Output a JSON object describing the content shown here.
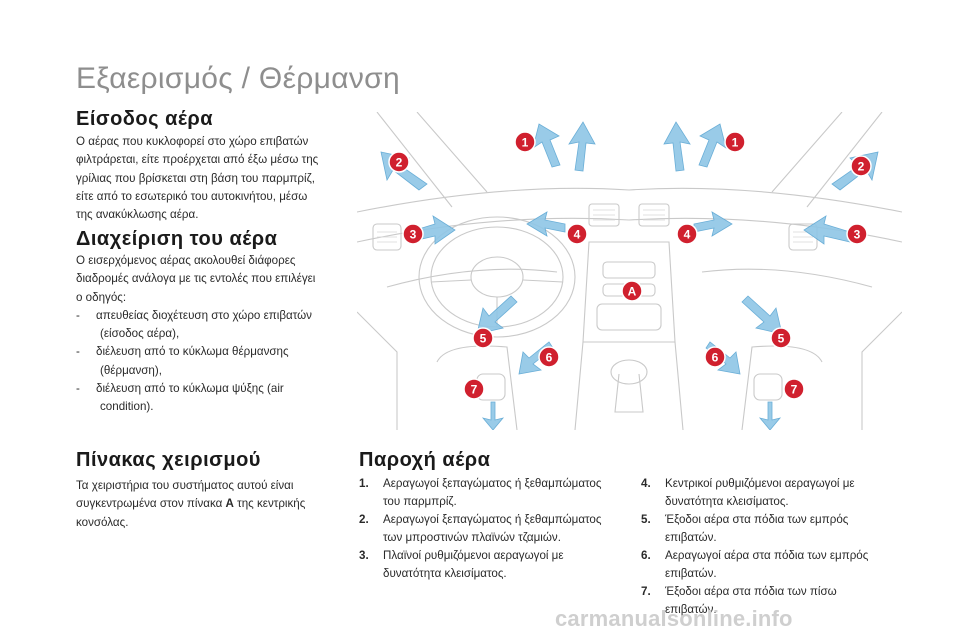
{
  "page": {
    "title": "Εξαερισμός / Θέρμανση",
    "footer": "carmanualsonline.info"
  },
  "sec_intake": {
    "heading": "Είσοδος αέρα",
    "text": [
      "Ο αέρας που κυκλοφορεί στο χώρο επιβατών",
      "φιλτράρεται, είτε προέρχεται από έξω μέσω της",
      "γρίλιας που βρίσκεται στη βάση του παρμπρίζ,",
      "είτε από το εσωτερικό του αυτοκινήτου, μέσω",
      "της ανακύκλωσης αέρα."
    ]
  },
  "sec_control": {
    "heading": "Διαχείριση του αέρα",
    "text": [
      "Ο εισερχόμενος αέρας ακολουθεί διάφορες",
      "διαδρομές ανάλογα με τις εντολές που επιλέγει",
      "ο οδηγός:"
    ],
    "bullets": [
      {
        "dash": "-",
        "lines": [
          "απευθείας διοχέτευση στο χώρο επιβατών",
          "(είσοδος αέρα),"
        ]
      },
      {
        "dash": "-",
        "lines": [
          "διέλευση από το κύκλωμα θέρμανσης",
          "(θέρμανση),"
        ]
      },
      {
        "dash": "-",
        "lines": [
          "διέλευση από το κύκλωμα ψύξης (air",
          "condition)."
        ]
      }
    ]
  },
  "sec_panel": {
    "heading": "Πίνακας χειρισμού",
    "line1": "Τα χειριστήρια του συστήματος αυτού είναι",
    "line2_pre": "συγκεντρωμένα στον πίνακα ",
    "line2_bold": "A",
    "line2_post": " της κεντρικής",
    "line3": "κονσόλας."
  },
  "sec_supply": {
    "heading": "Παροχή αέρα",
    "left": [
      {
        "num": "1.",
        "lines": [
          "Αεραγωγοί ξεπαγώματος ή ξεθαμπώματος",
          "του παρμπρίζ."
        ]
      },
      {
        "num": "2.",
        "lines": [
          "Αεραγωγοί ξεπαγώματος ή ξεθαμπώματος",
          "των μπροστινών πλαϊνών τζαμιών."
        ]
      },
      {
        "num": "3.",
        "lines": [
          "Πλαϊνοί ρυθμιζόμενοι αεραγωγοί με",
          "δυνατότητα κλεισίματος."
        ]
      }
    ],
    "right": [
      {
        "num": "4.",
        "lines": [
          "Κεντρικοί ρυθμιζόμενοι αεραγωγοί με",
          "δυνατότητα κλεισίματος."
        ]
      },
      {
        "num": "5.",
        "lines": [
          "Έξοδοι αέρα στα πόδια των εμπρός",
          "επιβατών."
        ]
      },
      {
        "num": "6.",
        "lines": [
          "Αεραγωγοί αέρα στα πόδια των εμπρός",
          "επιβατών."
        ]
      },
      {
        "num": "7.",
        "lines": [
          "Έξοδοι αέρα στα πόδια των πίσω",
          "επιβατών."
        ]
      }
    ]
  },
  "figure": {
    "markers": [
      "1",
      "1",
      "2",
      "2",
      "3",
      "3",
      "4",
      "4",
      "A",
      "5",
      "5",
      "6",
      "6",
      "7",
      "7"
    ],
    "marker_color": "#d0202e",
    "arrow_color": "#8fc6e6"
  }
}
